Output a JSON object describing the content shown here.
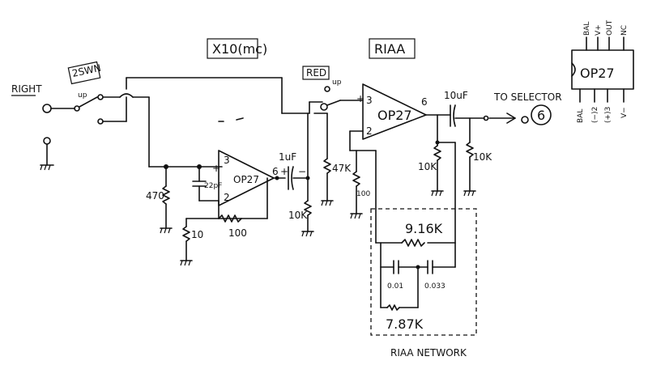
{
  "labels": {
    "right": "RIGHT",
    "sw_main": "2SWN",
    "sw_main_up": "up",
    "gain_stage": "X10(mc)",
    "riaa_title": "RIAA",
    "sw_red": "RED",
    "sw_red_up": "up",
    "op1_pin_plus": "+",
    "op1_pin3": "3",
    "op1_pin2": "2",
    "op1_name": "OP27",
    "op1_pin6": "6",
    "op2_pin_plus": "+",
    "op2_pin3": "3",
    "op2_pin2": "2",
    "op2_name": "OP27",
    "op2_pin6": "6",
    "r_470": "470",
    "c_22pf": "22pF",
    "r_10": "10",
    "r_100": "100",
    "c_1uf": "1uF",
    "c_1uf_plus": "+",
    "c_1uf_minus": "−",
    "r_10k_a": "10K",
    "r_47k": "47K",
    "r_100_b": "100",
    "c_10uf": "10uF",
    "r_10k_b": "10K",
    "r_10k_c": "10K",
    "to_selector": "TO SELECTOR",
    "selector_num": "6",
    "r_916k": "9.16K",
    "c_001": "0.01",
    "c_0033": "0.033",
    "r_787k": "7.87K",
    "riaa_network": "RIAA NETWORK",
    "pin_nc": "NC",
    "pin_out": "OUT",
    "pin_vplus": "V+",
    "pin_bal_top": "BAL",
    "pin_bal_bot": "BAL",
    "pin_inv": "(−)2",
    "pin_noninv": "(+)3",
    "pin_vminus": "V−",
    "chip_name": "OP27"
  }
}
